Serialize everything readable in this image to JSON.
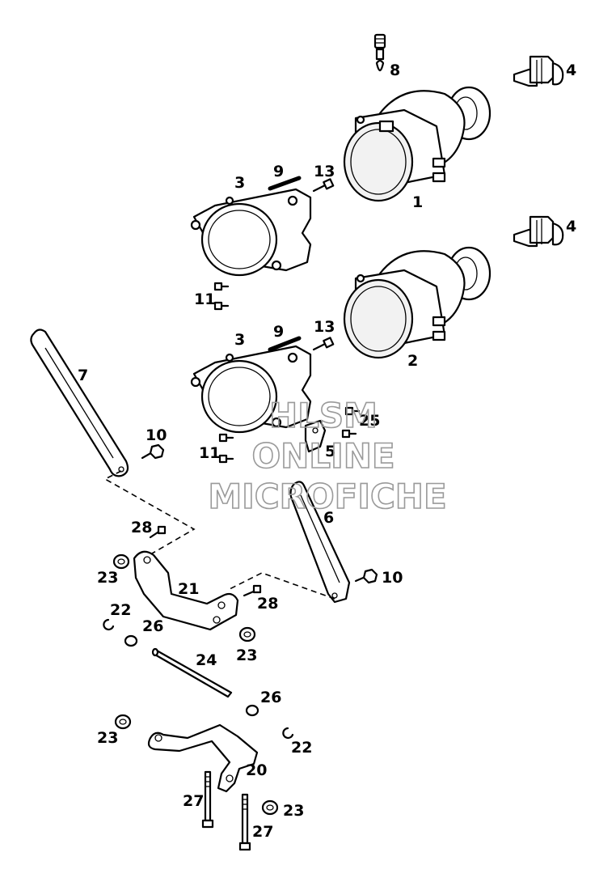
{
  "watermark": {
    "line1": "HLSM",
    "line2": "ONLINE",
    "line3": "MICROFICHE"
  },
  "labels": {
    "p1": "1",
    "p2": "2",
    "p3a": "3",
    "p3b": "3",
    "p4a": "4",
    "p4b": "4",
    "p5": "5",
    "p6": "6",
    "p7": "7",
    "p8": "8",
    "p9a": "9",
    "p9b": "9",
    "p10a": "10",
    "p10b": "10",
    "p11a": "11",
    "p11b": "11",
    "p13a": "13",
    "p13b": "13",
    "p20": "20",
    "p21": "21",
    "p22a": "22",
    "p22b": "22",
    "p23a": "23",
    "p23b": "23",
    "p23c": "23",
    "p23d": "23",
    "p24": "24",
    "p25": "25",
    "p26a": "26",
    "p26b": "26",
    "p27a": "27",
    "p27b": "27",
    "p28a": "28",
    "p28b": "28"
  },
  "colors": {
    "line": "#000000",
    "background": "#ffffff",
    "watermark": "#9a9a9a"
  }
}
